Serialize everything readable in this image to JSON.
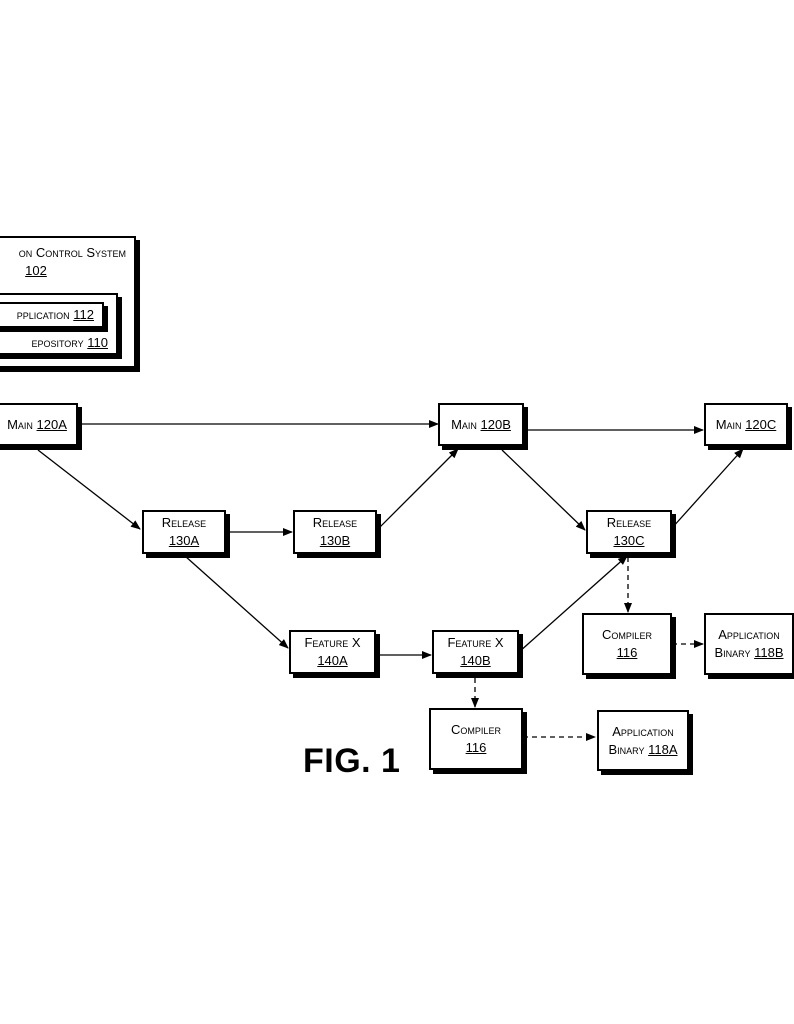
{
  "vcs": {
    "title": "on Control System",
    "number": "102",
    "repository": {
      "label": "epository",
      "number": "110"
    },
    "application": {
      "label": "pplication",
      "number": "112"
    }
  },
  "nodes": {
    "main_120a": {
      "label": "Main",
      "number": "120A"
    },
    "main_120b": {
      "label": "Main",
      "number": "120B"
    },
    "main_120c": {
      "label": "Main",
      "number": "120C"
    },
    "release_130a": {
      "label": "Release",
      "number": "130A"
    },
    "release_130b": {
      "label": "Release",
      "number": "130B"
    },
    "release_130c": {
      "label": "Release",
      "number": "130C"
    },
    "feature_140a": {
      "label": "Feature X",
      "number": "140A"
    },
    "feature_140b": {
      "label": "Feature X",
      "number": "140B"
    },
    "compiler_a": {
      "label": "Compiler",
      "number": "116"
    },
    "compiler_b": {
      "label": "Compiler",
      "number": "116"
    },
    "binary_118a": {
      "label1": "Application",
      "label2": "Binary",
      "number": "118A"
    },
    "binary_118b": {
      "label1": "Application",
      "label2": "Binary",
      "number": "118B"
    }
  },
  "figure": {
    "label": "FIG. 1"
  }
}
